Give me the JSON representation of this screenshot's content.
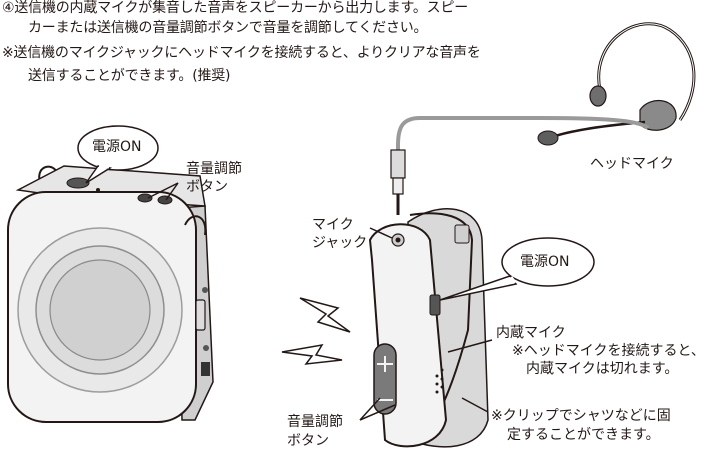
{
  "instructions": {
    "line1": "④送信機の内蔵マイクが集音した音声をスピーカーから出力します。スピー",
    "line2": "カーまたは送信機の音量調節ボタンで音量を調節してください。",
    "line3": "※送信機のマイクジャックにヘッドマイクを接続すると、よりクリアな音声を",
    "line4": "送信することができます。(推奨)"
  },
  "labels": {
    "power_on_speaker": "電源ON",
    "volume_speaker_1": "音量調節",
    "volume_speaker_2": "ボタン",
    "mic_jack_1": "マイク",
    "mic_jack_2": "ジャック",
    "power_on_transmitter": "電源ON",
    "headset_mic": "ヘッドマイク",
    "builtin_mic": "内蔵マイク",
    "builtin_note_1": "※ヘッドマイクを接続すると、",
    "builtin_note_2": "内蔵マイクは切れます。",
    "volume_tx_1": "音量調節",
    "volume_tx_2": "ボタン",
    "clip_note_1": "※クリップでシャツなどに固",
    "clip_note_2": "定することができます。"
  },
  "colors": {
    "ink": "#231815",
    "device_body": "#f2f2f2",
    "device_shade": "#c9c9c9",
    "cable": "#9a9a9a",
    "headset_dark": "#6e6e6e"
  }
}
